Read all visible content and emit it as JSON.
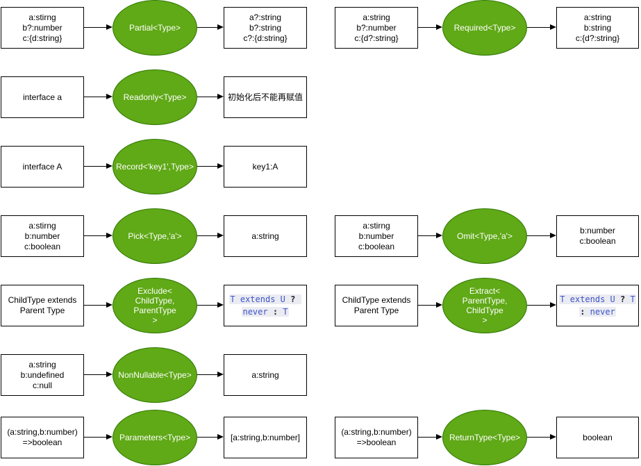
{
  "colors": {
    "ellipse_fill": "#60a917",
    "ellipse_stroke": "#2d7600",
    "box_stroke": "#000000",
    "box_fill": "#ffffff",
    "box_text": "#000000",
    "ellipse_text": "#ffffff",
    "code_text_blue": "#3c55c8",
    "code_operator": "#1c1c28",
    "code_highlight_bg": "#ebebf2",
    "arrow": "#000000",
    "background": "#ffffff"
  },
  "diagram": {
    "description": "TypeScript utility types flow diagram: input type, utility operator, resulting type",
    "rows": [
      {
        "col": "left",
        "row": 1,
        "input": [
          "a:stirng",
          "b?:number",
          "c:{d:string}"
        ],
        "op": [
          "Partial<Type>"
        ],
        "output": [
          "a?:string",
          "b?:string",
          "c?:{d:string}"
        ]
      },
      {
        "col": "right",
        "row": 1,
        "input": [
          "a:string",
          "b?:number",
          "c:{d?:string}"
        ],
        "op": [
          "Required<Type>"
        ],
        "output": [
          "a:string",
          "b:string",
          "c:{d?:string}"
        ]
      },
      {
        "col": "left",
        "row": 2,
        "input": [
          "interface a"
        ],
        "op": [
          "Readonly<Type>"
        ],
        "output": [
          "初始化后不能再赋值"
        ]
      },
      {
        "col": "left",
        "row": 3,
        "input": [
          "interface A"
        ],
        "op": [
          "Record<'key1',Type>"
        ],
        "output": [
          "key1:A"
        ]
      },
      {
        "col": "left",
        "row": 4,
        "input": [
          "a:stirng",
          "b:number",
          "c:boolean"
        ],
        "op": [
          "Pick<Type,'a'>"
        ],
        "output": [
          "a:string"
        ]
      },
      {
        "col": "right",
        "row": 4,
        "input": [
          "a:stirng",
          "b:number",
          "c:boolean"
        ],
        "op": [
          "Omit<Type,'a'>"
        ],
        "output": [
          "b:number",
          "c:boolean"
        ]
      },
      {
        "col": "left",
        "row": 5,
        "input": [
          "ChildType extends",
          "Parent Type"
        ],
        "op": [
          "Exclude<",
          "ChildType,",
          "ParentType",
          ">"
        ],
        "output_code": [
          [
            {
              "text": "T extends U",
              "type": "code"
            },
            {
              "text": " ? ",
              "type": "op"
            }
          ],
          [
            {
              "text": "never",
              "type": "code"
            },
            {
              "text": " : ",
              "type": "op"
            },
            {
              "text": "T",
              "type": "code"
            }
          ]
        ]
      },
      {
        "col": "right",
        "row": 5,
        "input": [
          "ChildType extends",
          "Parent Type"
        ],
        "op": [
          "Extract<",
          "ParentType,",
          "ChildType",
          ">"
        ],
        "output_code": [
          [
            {
              "text": "T extends U",
              "type": "code"
            },
            {
              "text": " ? ",
              "type": "op"
            },
            {
              "text": "T",
              "type": "code"
            }
          ],
          [
            {
              "text": ": ",
              "type": "op"
            },
            {
              "text": "never",
              "type": "code"
            }
          ]
        ]
      },
      {
        "col": "left",
        "row": 6,
        "input": [
          "a:string",
          "b:undefined",
          "c:null"
        ],
        "op": [
          "NonNullable<Type>"
        ],
        "output": [
          "a:string"
        ]
      },
      {
        "col": "left",
        "row": 7,
        "input": [
          "(a:string,b:number)",
          "=>boolean"
        ],
        "op": [
          "Parameters<Type>"
        ],
        "output": [
          "[a:string,b:number]"
        ]
      },
      {
        "col": "right",
        "row": 7,
        "input": [
          "(a:string,b:number)",
          "=>boolean"
        ],
        "op": [
          "ReturnType<Type>"
        ],
        "output": [
          "boolean"
        ]
      }
    ]
  }
}
